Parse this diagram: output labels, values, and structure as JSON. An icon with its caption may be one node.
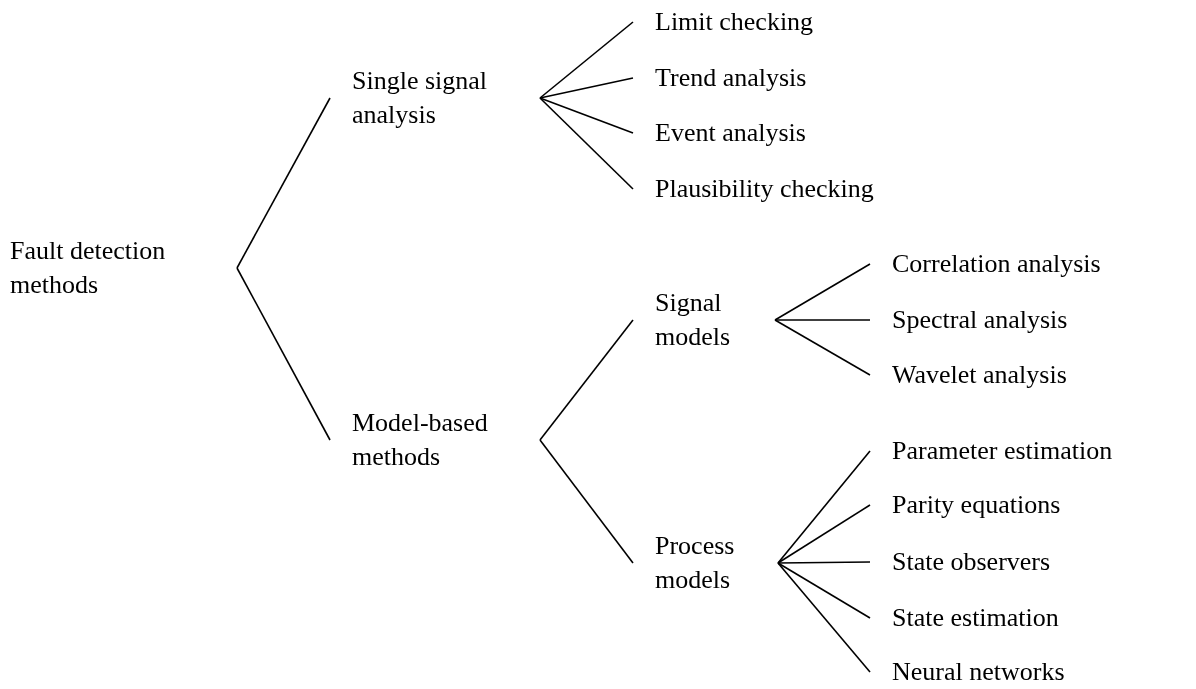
{
  "diagram": {
    "nodes": [
      {
        "text": [
          "Fault detection methods"
        ]
      },
      {
        "text": [
          "Single signal analysis"
        ]
      },
      {
        "text": [
          "Model-based methods"
        ]
      },
      {
        "text": [
          "Limit checking"
        ]
      },
      {
        "text": [
          "Trend analysis"
        ]
      },
      {
        "text": [
          "Event analysis"
        ]
      },
      {
        "text": [
          "Plausibility checking"
        ]
      },
      {
        "text": [
          "Signal models"
        ]
      },
      {
        "text": [
          "Process models"
        ]
      },
      {
        "text": [
          "Correlation analysis"
        ]
      },
      {
        "text": [
          "Spectral analysis"
        ]
      },
      {
        "text": [
          "Wavelet analysis"
        ]
      },
      {
        "text": [
          "Parameter estimation"
        ]
      },
      {
        "text": [
          "Parity equations"
        ]
      },
      {
        "text": [
          "State observers"
        ]
      },
      {
        "text": [
          "State estimation"
        ]
      },
      {
        "text": [
          "Neural networks"
        ]
      }
    ],
    "edges": [
      {
        "from": 0,
        "to": 1,
        "arrow": "none"
      },
      {
        "from": 0,
        "to": 2,
        "arrow": "none"
      },
      {
        "from": 1,
        "to": 3,
        "arrow": "none"
      },
      {
        "from": 1,
        "to": 4,
        "arrow": "none"
      },
      {
        "from": 1,
        "to": 5,
        "arrow": "none"
      },
      {
        "from": 1,
        "to": 6,
        "arrow": "none"
      },
      {
        "from": 2,
        "to": 7,
        "arrow": "none"
      },
      {
        "from": 2,
        "to": 8,
        "arrow": "none"
      },
      {
        "from": 7,
        "to": 9,
        "arrow": "none"
      },
      {
        "from": 7,
        "to": 10,
        "arrow": "none"
      },
      {
        "from": 7,
        "to": 11,
        "arrow": "none"
      },
      {
        "from": 8,
        "to": 12,
        "arrow": "none"
      },
      {
        "from": 8,
        "to": 13,
        "arrow": "none"
      },
      {
        "from": 8,
        "to": 14,
        "arrow": "none"
      },
      {
        "from": 8,
        "to": 15,
        "arrow": "none"
      },
      {
        "from": 8,
        "to": 16,
        "arrow": "none"
      }
    ]
  }
}
